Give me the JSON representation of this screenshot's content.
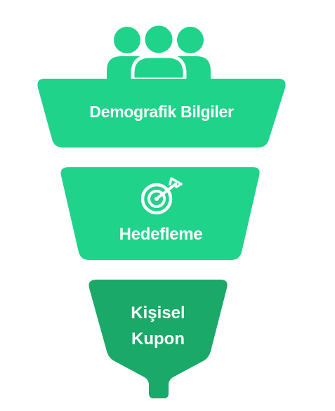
{
  "colors": {
    "primary_green": "#20D38A",
    "dark_green": "#1AA968",
    "text": "#FFFFFF"
  },
  "stages": [
    {
      "label": "Demografik Bilgiler",
      "icon": "people-group-icon"
    },
    {
      "label": "Hedefleme",
      "icon": "target-arrow-icon"
    },
    {
      "label_lines": [
        "Kişisel",
        "Kupon"
      ],
      "icon": ""
    }
  ]
}
